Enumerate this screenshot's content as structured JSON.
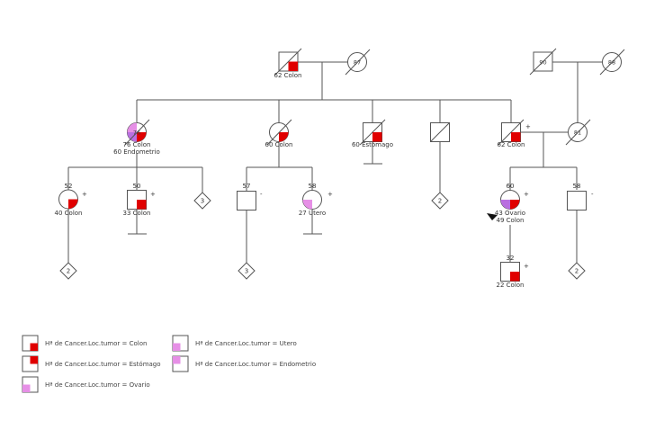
{
  "colors": {
    "colon": "#e00000",
    "estomago": "#e00000",
    "utero": "#e68fe6",
    "endometrio": "#e68fe6",
    "ovario": "#b96fe0"
  },
  "people": {
    "gp_m": {
      "age": "",
      "label1": "62 Colon",
      "label2": ""
    },
    "gp_f": {
      "age": "",
      "inner": "87",
      "label1": "",
      "label2": ""
    },
    "gp2_m": {
      "age": "",
      "inner": "90",
      "label1": "",
      "label2": ""
    },
    "gp2_f": {
      "age": "",
      "inner": "88",
      "label1": "",
      "label2": ""
    },
    "c1": {
      "age": "",
      "inner": "76",
      "label1": "76 Colon",
      "label2": "60 Endometrio"
    },
    "c2": {
      "age": "",
      "label1": "60 Colon",
      "label2": ""
    },
    "c3": {
      "age": "",
      "label1": "60 Estómago",
      "label2": ""
    },
    "c4": {
      "age": "",
      "label1": "",
      "label2": ""
    },
    "c5": {
      "age": "",
      "label1": "62 Colon",
      "label2": "",
      "sign": "+"
    },
    "c5w": {
      "age": "",
      "inner": "81",
      "label1": "",
      "label2": ""
    },
    "g1": {
      "age": "52",
      "label1": "40 Colon",
      "label2": "",
      "sign": "+"
    },
    "g2": {
      "age": "50",
      "label1": "33 Colon",
      "label2": "",
      "sign": "+"
    },
    "g3": {
      "count": "3"
    },
    "g4": {
      "age": "57",
      "label1": "",
      "label2": "",
      "sign": "-"
    },
    "g5": {
      "age": "58",
      "label1": "27 Utero",
      "label2": "",
      "sign": "+"
    },
    "g6": {
      "count": "2"
    },
    "g7": {
      "age": "60",
      "label1": "43 Ovario",
      "label2": "49 Colon",
      "sign": "+"
    },
    "g8": {
      "age": "58",
      "label1": "",
      "label2": "",
      "sign": "-"
    },
    "d1": {
      "count": "2"
    },
    "d2": {
      "count": "3"
    },
    "d3": {
      "age": "32",
      "label1": "22 Colon",
      "label2": "",
      "sign": "+"
    },
    "d4": {
      "count": "2"
    }
  },
  "legend": [
    {
      "text": "Hª de Cancer.Loc.tumor = Colon",
      "quadrant": "br",
      "color": "#e00000"
    },
    {
      "text": "Hª de Cancer.Loc.tumor = Utero",
      "quadrant": "bl",
      "color": "#e68fe6"
    },
    {
      "text": "Hª de Cancer.Loc.tumor = Estómago",
      "quadrant": "tr",
      "color": "#e00000"
    },
    {
      "text": "Hª de Cancer.Loc.tumor = Endometrio",
      "quadrant": "tl",
      "color": "#e68fe6"
    },
    {
      "text": "Hª de Cancer.Loc.tumor = Ovario",
      "quadrant": "bl",
      "color": "#b96fe0"
    }
  ]
}
